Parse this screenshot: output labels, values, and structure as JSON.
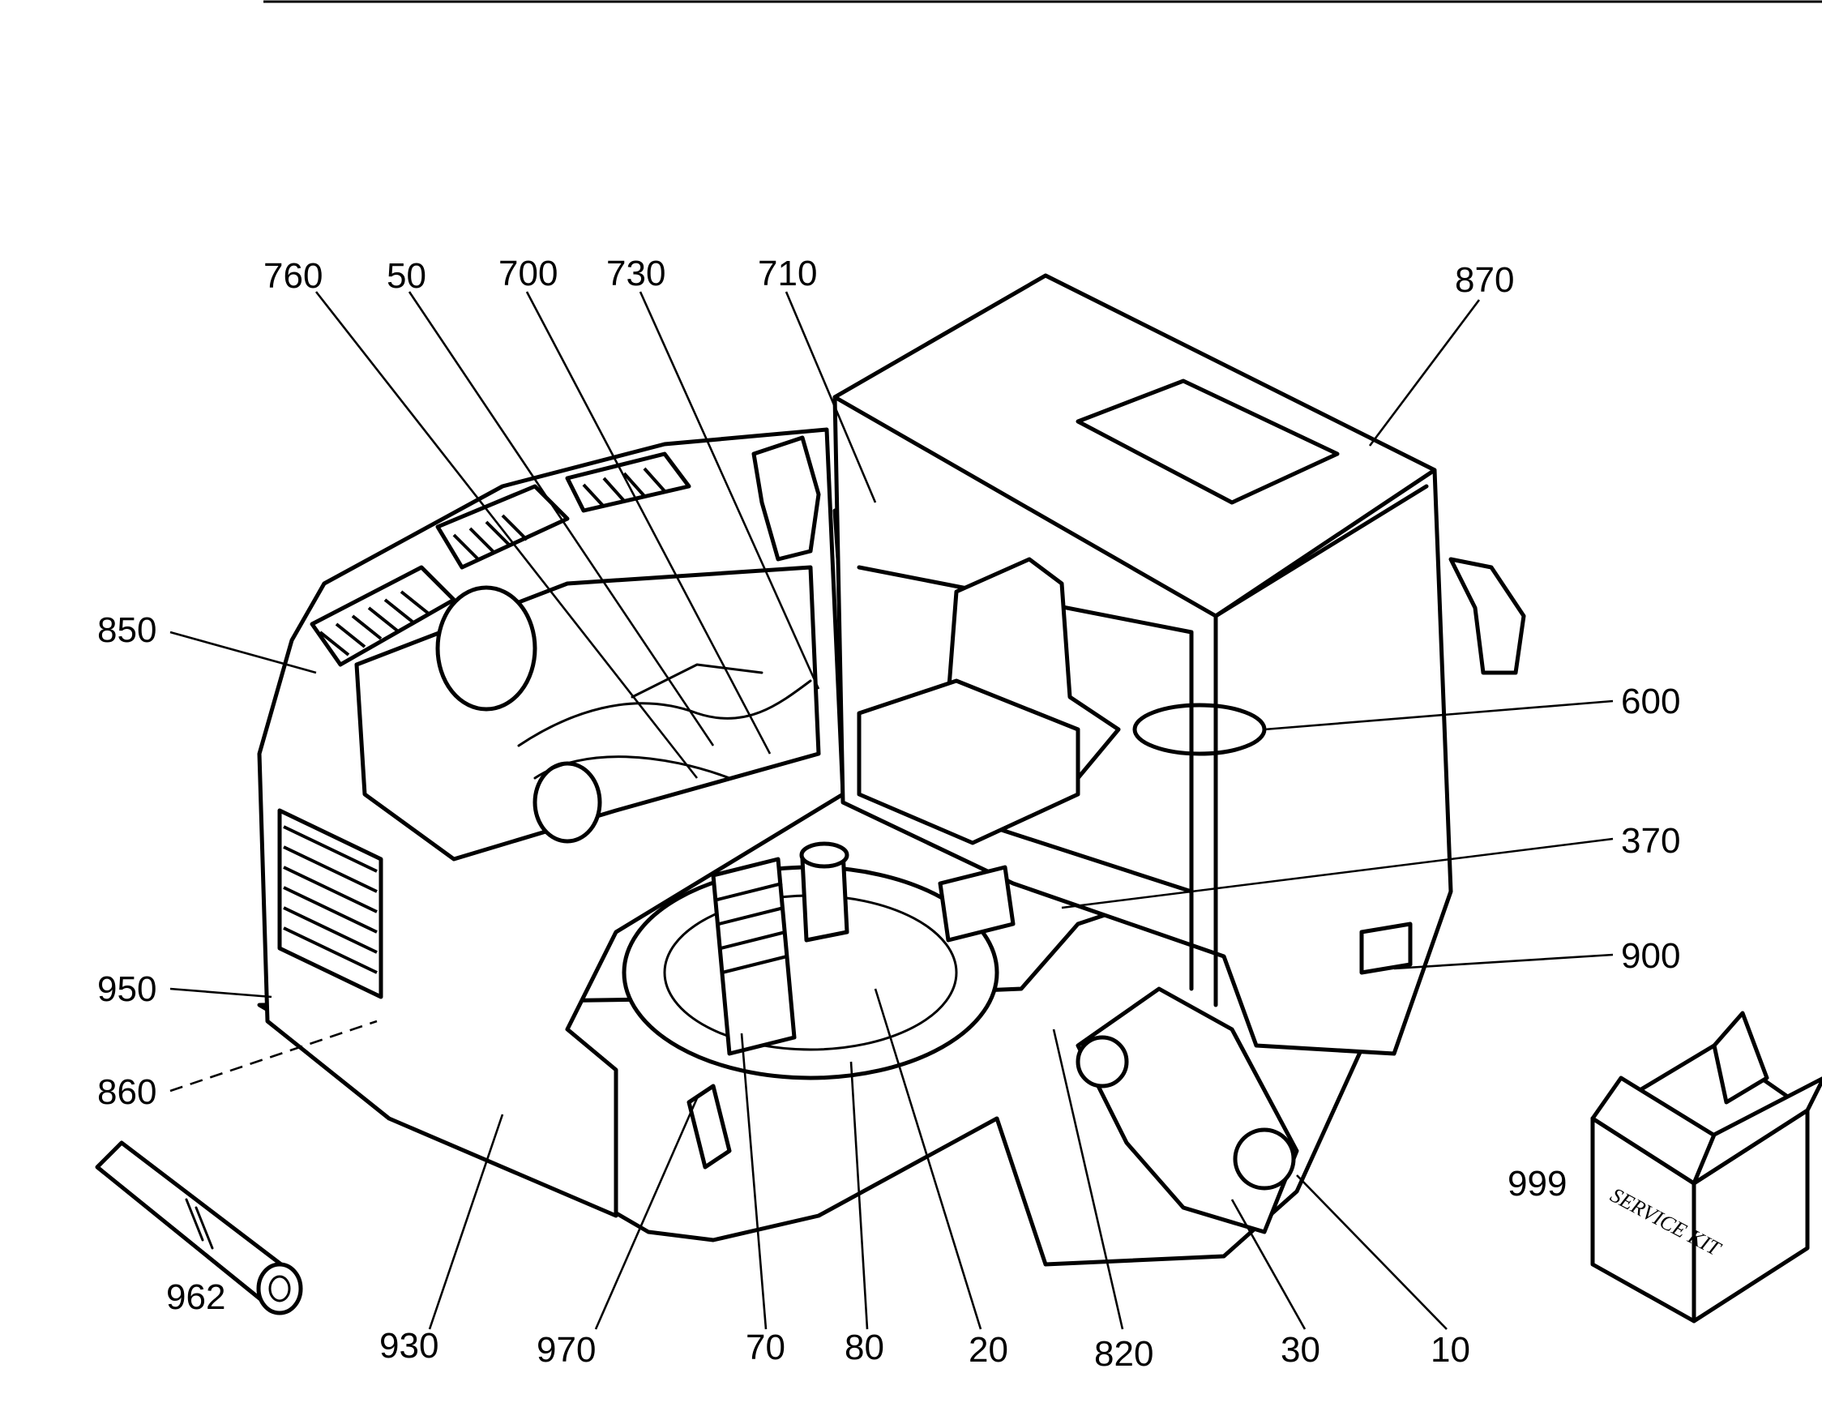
{
  "diagram": {
    "box_text": "SERVICE KIT",
    "callouts": {
      "c760": "760",
      "c50": "50",
      "c700": "700",
      "c730": "730",
      "c710": "710",
      "c870": "870",
      "c850": "850",
      "c600": "600",
      "c370": "370",
      "c900": "900",
      "c950": "950",
      "c860": "860",
      "c999": "999",
      "c962": "962",
      "c930": "930",
      "c970": "970",
      "c70": "70",
      "c80": "80",
      "c20": "20",
      "c820": "820",
      "c30": "30",
      "c10": "10"
    }
  }
}
